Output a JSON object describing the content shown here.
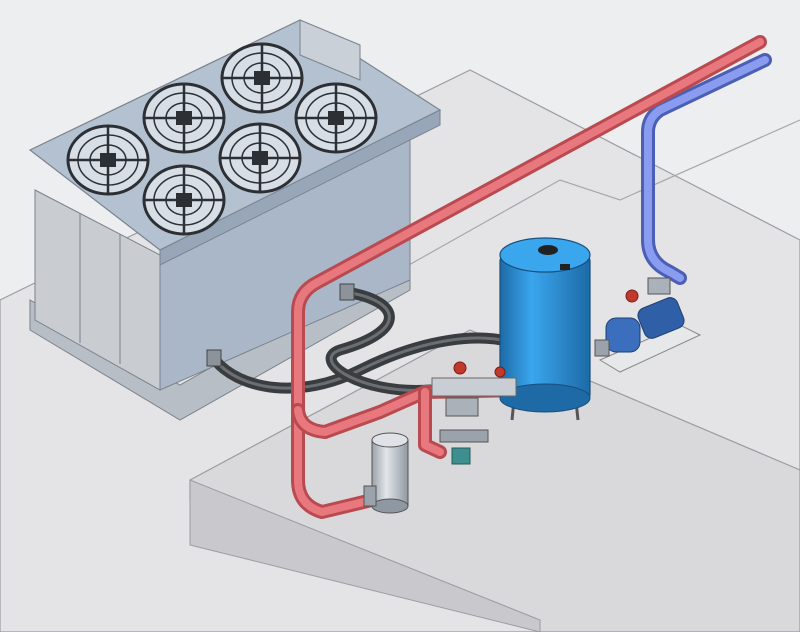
{
  "scene": {
    "subject": "",
    "colors": {
      "background": "#eceef0",
      "slab_top": "#e4e3e6",
      "slab_side": "#d3d3d6",
      "cooler_frame": "#a9b7c8",
      "cooler_top": "#b3c1d1",
      "cooler_panel": "#c9ccd0",
      "fan_grille": "#2c2f33",
      "hot_pipe": "#e0656c",
      "hot_pipe_dark": "#b94a50",
      "cold_pipe": "#6f86e0",
      "cold_pipe_dark": "#4b5fb5",
      "hose": "#3a3d40",
      "tank": "#2c8fd6",
      "tank_dark": "#1d6aa6",
      "pump_body": "#2f5fa6",
      "valve_accent": "#c0392b",
      "strainer": "#c7ccd2"
    }
  },
  "fans": [
    {
      "name": "fan-rear-center"
    },
    {
      "name": "fan-mid-left"
    },
    {
      "name": "fan-mid-right"
    },
    {
      "name": "fan-front-left"
    },
    {
      "name": "fan-front-center"
    },
    {
      "name": "fan-front-bottom"
    }
  ]
}
